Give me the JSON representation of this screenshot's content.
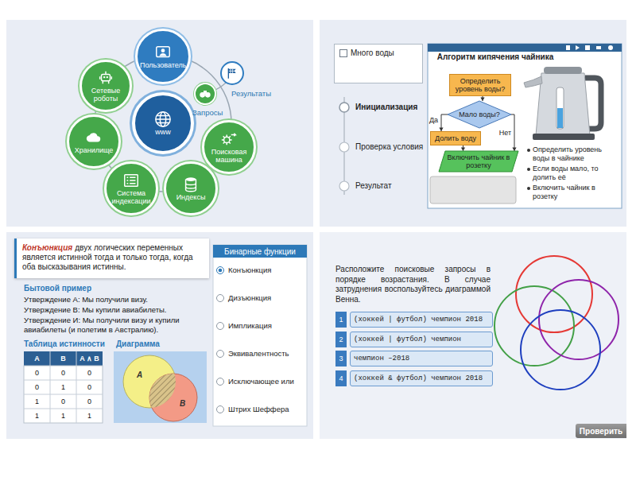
{
  "diagram": {
    "nodes": [
      {
        "text": [
          "www"
        ]
      },
      {
        "text": [
          "Пользователь"
        ]
      },
      {
        "text": [
          "Результаты"
        ]
      },
      {
        "text": [
          "Запросы"
        ]
      },
      {
        "text": [
          "Поисковая машина"
        ]
      },
      {
        "text": [
          "Индексы"
        ]
      },
      {
        "text": [
          "Система индексации"
        ]
      },
      {
        "text": [
          "Хранилище"
        ]
      },
      {
        "text": [
          "Сетевые роботы"
        ]
      },
      {
        "text": [
          "Много воды"
        ]
      },
      {
        "text": [
          "Алгоритм кипячения чайника"
        ]
      },
      {
        "text": [
          "Определить уровень воды?"
        ],
        "in": 10
      },
      {
        "text": [
          "Мало воды?"
        ],
        "in": 10
      },
      {
        "text": [
          "Долить воду"
        ],
        "in": 10
      },
      {
        "text": [
          "Включить чайник в розетку"
        ],
        "in": 10
      },
      {
        "text": [
          "Конъюнкция",
          "двух логических переменных является истинной тогда и только тогда, когда оба высказывания истинны."
        ]
      },
      {
        "text": [
          "Бинарные функции"
        ]
      },
      {
        "text": [
          "1",
          "(хоккей | футбол) чемпион 2018"
        ]
      },
      {
        "text": [
          "2",
          "(хоккей | футбол) чемпион"
        ]
      },
      {
        "text": [
          "3",
          "чемпион –2018"
        ]
      },
      {
        "text": [
          "4",
          "(хоккей & футбол) чемпион 2018"
        ]
      },
      {
        "text": [
          "Проверить"
        ]
      }
    ],
    "edges": [
      {
        "from": 11,
        "to": 12,
        "arrow": "to"
      },
      {
        "from": 12,
        "to": 13,
        "label": "Да",
        "arrow": "to"
      },
      {
        "from": 12,
        "to": 14,
        "label": "Нет",
        "arrow": "to"
      },
      {
        "from": 13,
        "to": 14,
        "arrow": "to"
      }
    ],
    "labels": [
      "Инициализация",
      "Проверка условия",
      "Результат",
      "Определить уровень воды в чайнике",
      "Если воды мало, то долить её",
      "Включить чайник в розетку",
      "Бытовой пример",
      "Утверждение A: Мы получили визу.",
      "Утверждение B: Мы купили авиабилеты.",
      "Утверждение И: Мы получили визу и купили авиабилеты (и полетим в Австралию).",
      "Таблица истинности",
      "Диаграмма",
      "A",
      "B",
      "A ∧ B",
      "0",
      "0",
      "0",
      "0",
      "1",
      "0",
      "1",
      "0",
      "0",
      "1",
      "1",
      "1",
      "A",
      "B",
      "Конъюнкция",
      "Дизъюнкция",
      "Импликация",
      "Эквивалентность",
      "Исключающее или",
      "Штрих Шеффера",
      "Расположите поисковые запросы в порядке возрастания. В случае затруднения воспользуйтесь диаграммой Венна."
    ]
  }
}
